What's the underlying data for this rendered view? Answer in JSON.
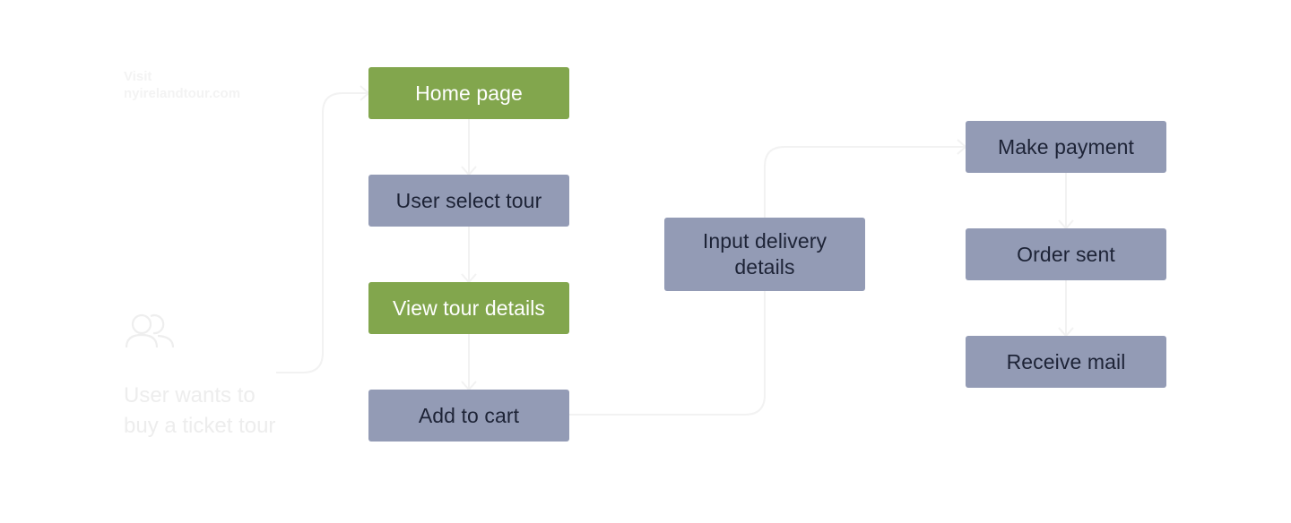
{
  "entry": {
    "label": "Visit nyireland­tour.com",
    "label_text": "Visit\nnyirelandtour.com"
  },
  "actor": {
    "icon": "users-icon",
    "label": "User wants to buy a ticket tour"
  },
  "colors": {
    "green": "#82a64d",
    "gray": "#939bb5",
    "connector": "#f2f2f2"
  },
  "nodes": {
    "home_page": "Home page",
    "user_select_tour": "User select tour",
    "view_tour_details": "View tour details",
    "add_to_cart": "Add to cart",
    "input_delivery_details": "Input delivery details",
    "make_payment": "Make payment",
    "order_sent": "Order sent",
    "receive_mail": "Receive mail"
  }
}
